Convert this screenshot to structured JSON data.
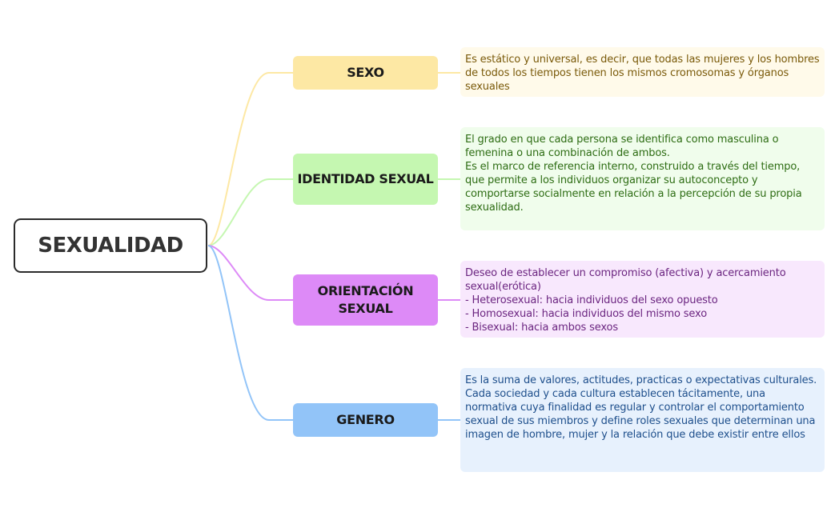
{
  "root": {
    "label": "SEXUALIDAD"
  },
  "branches": [
    {
      "label": "SEXO",
      "color": "#fde8a4",
      "line_color": "#fde8a4",
      "note_bg": "#fffaea",
      "note_color": "#7a5a0a",
      "note": "Es estático y universal, es decir, que todas las mujeres y los hombres de todos los tiempos tienen los mismos cromosomas y órganos sexuales"
    },
    {
      "label": "IDENTIDAD SEXUAL",
      "color": "#c5f7b1",
      "line_color": "#c5f7b1",
      "note_bg": "#f0fdec",
      "note_color": "#2e6d14",
      "note": " El grado en que cada persona se identifica como masculina o femenina o una combinación de ambos.\nEs el marco de referencia interno, construido a través del tiempo, que permite a los individuos organizar su autoconcepto y comportarse socialmente en relación a la percepción de su propia sexualidad."
    },
    {
      "label": "ORIENTACIÓN SEXUAL",
      "color": "#dd8af7",
      "line_color": "#dd8af7",
      "note_bg": "#f8e8fd",
      "note_color": "#6b2580",
      "note": "Deseo de establecer un compromiso (afectiva) y acercamiento sexual(erótica)\n- Heterosexual:  hacia individuos del sexo opuesto\n- Homosexual: hacia individuos del mismo sexo\n- Bisexual: hacia ambos sexos"
    },
    {
      "label": "GENERO",
      "color": "#92c4f8",
      "line_color": "#92c4f8",
      "note_bg": "#e7f1fd",
      "note_color": "#1e4f8c",
      "note": "Es la suma de valores, actitudes, practicas o expectativas culturales.\nCada sociedad y cada cultura establecen tácitamente, una normativa cuya finalidad es regular y controlar el comportamiento sexual de sus miembros y define roles sexuales que determinan una imagen de hombre, mujer y la relación que debe existir entre ellos"
    }
  ]
}
